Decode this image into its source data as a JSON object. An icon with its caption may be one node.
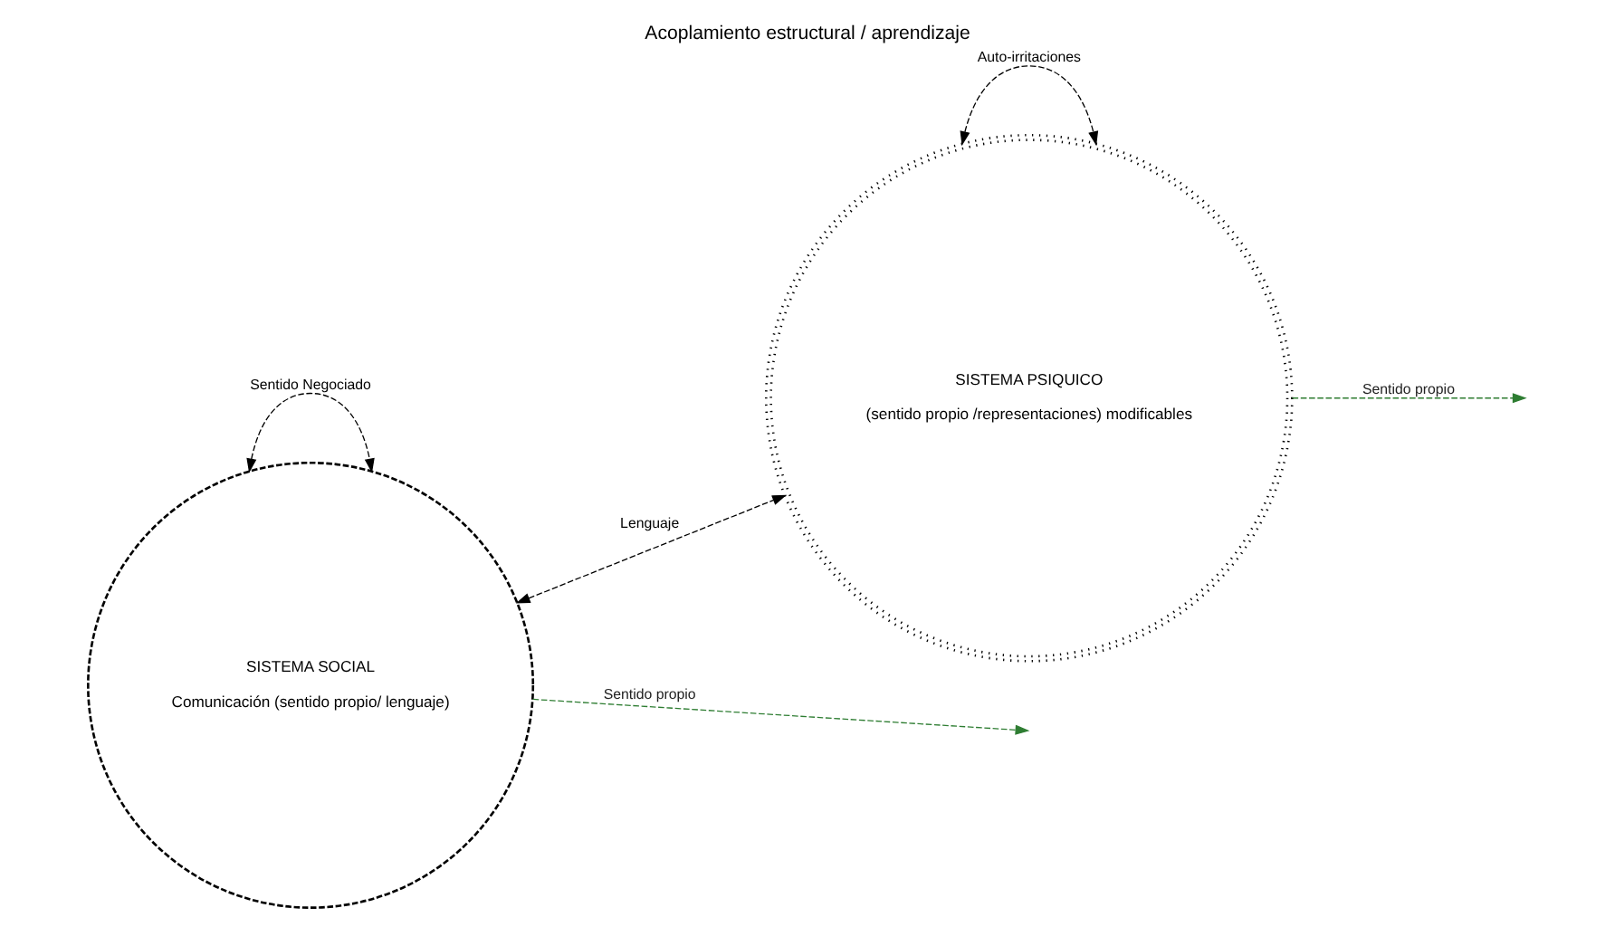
{
  "diagram": {
    "title": "Acoplamiento estructural / aprendizaje",
    "nodes": [
      {
        "text": [
          "SISTEMA SOCIAL",
          "Comunicación (sentido propio/ lenguaje)"
        ]
      },
      {
        "text": [
          "SISTEMA PSIQUICO",
          "(sentido propio /representaciones) modificables"
        ]
      }
    ],
    "edges": [
      {
        "from": 0,
        "to": null,
        "arrow": "to",
        "label": "Sentido propio",
        "style": "dashed",
        "color": "#2e7d32"
      },
      {
        "from": 0,
        "to": 1,
        "arrow": "both",
        "label": "Lenguaje",
        "style": "dashed"
      },
      {
        "from": 1,
        "to": 1,
        "arrow": "both",
        "label": "Auto-irritaciones",
        "style": "dashed"
      },
      {
        "from": 0,
        "to": 0,
        "arrow": "both",
        "label": "Sentido Negociado",
        "style": "dashed"
      },
      {
        "from": 1,
        "to": null,
        "arrow": "to",
        "label": "Sentido propio",
        "style": "dashed",
        "color": "#2e7d32"
      }
    ]
  }
}
